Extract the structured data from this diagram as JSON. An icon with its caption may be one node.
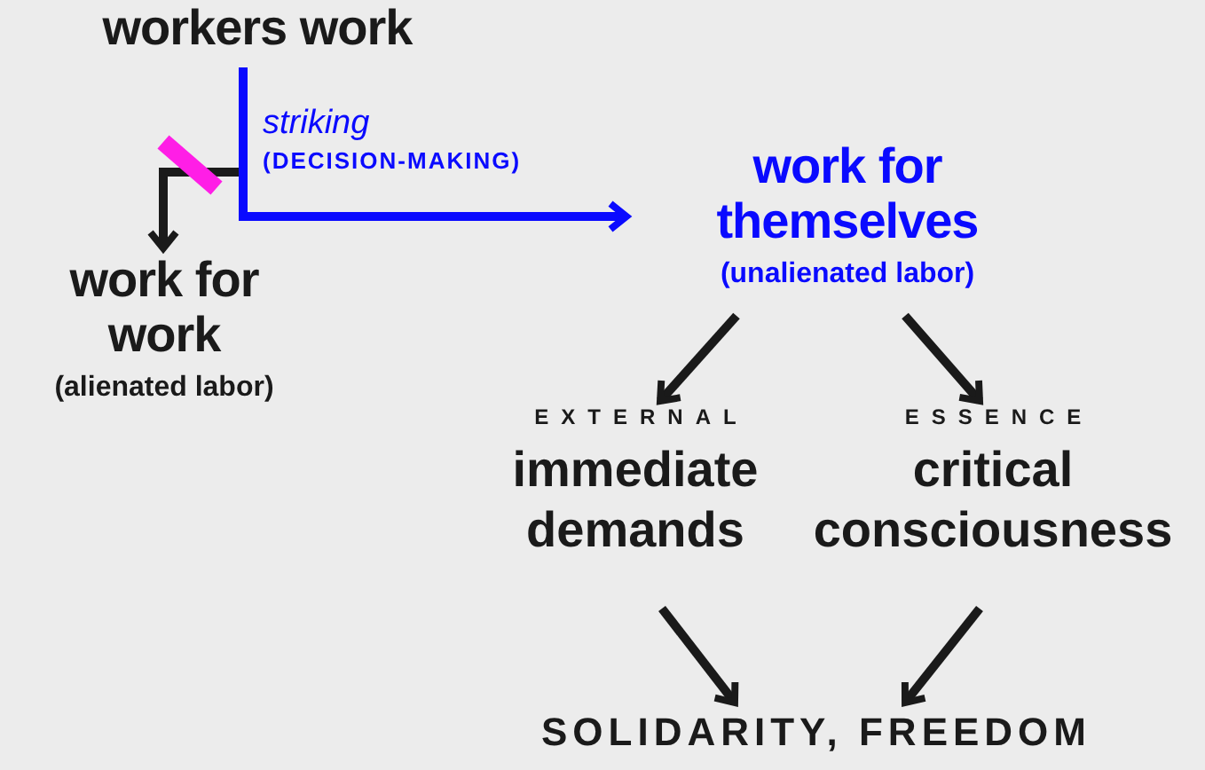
{
  "diagram": {
    "nodes": [
      {
        "text": [
          "workers work"
        ]
      },
      {
        "text": [
          "work for work",
          "(alienated labor)"
        ]
      },
      {
        "text": [
          "work for themselves",
          "(unalienated labor)"
        ]
      },
      {
        "text": [
          "EXTERNAL",
          "immediate demands"
        ]
      },
      {
        "text": [
          "ESSENCE",
          "critical consciousness"
        ]
      },
      {
        "text": [
          "SOLIDARITY, FREEDOM"
        ]
      }
    ],
    "edges": [
      {
        "from": 0,
        "to": 1,
        "arrow": "to"
      },
      {
        "from": 0,
        "to": 2,
        "arrow": "to",
        "label": "*striking* **(DECISION-MAKING)**",
        "color": "#0a0aff"
      },
      {
        "from": 2,
        "to": 3,
        "arrow": "to"
      },
      {
        "from": 2,
        "to": 4,
        "arrow": "to"
      },
      {
        "from": 3,
        "to": 5,
        "arrow": "to"
      },
      {
        "from": 4,
        "to": 5,
        "arrow": "to"
      }
    ]
  }
}
